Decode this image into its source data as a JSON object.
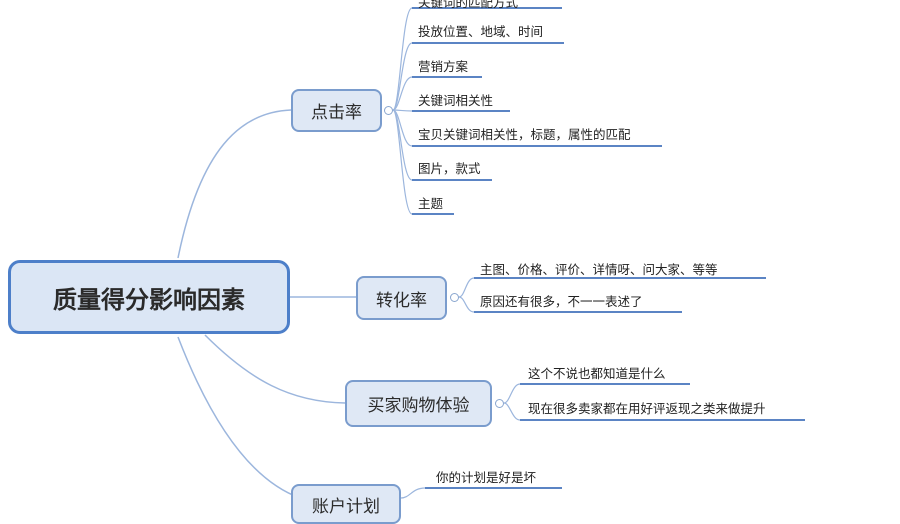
{
  "mindmap": {
    "root": "质量得分影响因素",
    "branches": [
      {
        "label": "点击率",
        "children": [
          "关键词的匹配方式",
          "投放位置、地域、时间",
          "营销方案",
          "关键词相关性",
          "宝贝关键词相关性，标题，属性的匹配",
          "图片，款式",
          "主题"
        ]
      },
      {
        "label": "转化率",
        "children": [
          "主图、价格、评价、详情呀、问大家、等等",
          "原因还有很多，不一一表述了"
        ]
      },
      {
        "label": "买家购物体验",
        "children": [
          "这个不说也都知道是什么",
          "现在很多卖家都在用好评返现之类来做提升"
        ]
      },
      {
        "label": "账户计划",
        "children": [
          "你的计划是好是坏"
        ]
      }
    ]
  },
  "colors": {
    "root_border": "#4d7fc9",
    "branch_border": "#7a9ccd",
    "node_fill": "#dfe8f5",
    "connector": "#9cb6dd",
    "leaf_underline": "#5b84c4"
  }
}
